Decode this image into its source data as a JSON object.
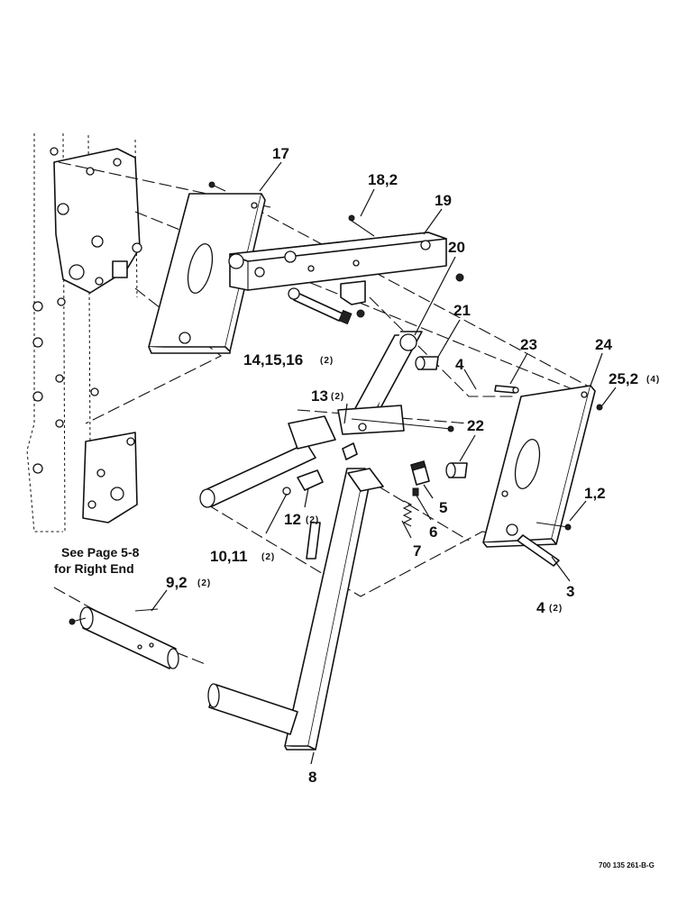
{
  "labels": {
    "p17": "17",
    "p18": "18,2",
    "p19": "19",
    "p20": "20",
    "p21": "21",
    "p23": "23",
    "p24": "24",
    "p25": "25,2",
    "p25_qty": "(4)",
    "p14": "14,15,16",
    "p14_qty": "(2)",
    "p4a": "4",
    "p13": "13",
    "p13_qty": "(2)",
    "p22": "22",
    "p5": "5",
    "p6": "6",
    "p7": "7",
    "p12": "12",
    "p12_qty": "(2)",
    "p10": "10,11",
    "p10_qty": "(2)",
    "p1": "1,2",
    "p3": "3",
    "p4b": "4",
    "p4b_qty": "(2)",
    "p9": "9,2",
    "p9_qty": "(2)",
    "p8": "8"
  },
  "note": {
    "line1": "See Page 5-8",
    "line2": "for Right End"
  },
  "drawing_code": "700 135 261-B-G"
}
